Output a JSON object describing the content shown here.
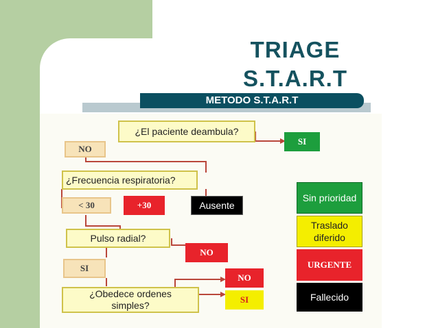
{
  "slide": {
    "title_line1": "TRIAGE",
    "title_line2": "S.T.A.R.T",
    "band_label": "METODO S.T.A.R.T"
  },
  "flowchart": {
    "q_ambulate": "¿El paciente deambula?",
    "no_1": "NO",
    "si_1": "SI",
    "q_resp": "¿Frecuencia respiratoria?",
    "lt30": "< 30",
    "plus30": "+30",
    "absent": "Ausente",
    "q_pulse": "Pulso radial?",
    "no_pulse": "NO",
    "si_pulse": "SI",
    "q_commands": "¿Obedece ordenes simples?",
    "no_cmd": "NO",
    "si_cmd": "SI"
  },
  "legend": {
    "green": "Sin prioridad",
    "yellow": "Traslado diferido",
    "red": "URGENTE",
    "black": "Fallecido"
  },
  "colors": {
    "title": "#15525f",
    "band": "#0b4f60",
    "side_panel": "#b5cfa2",
    "green": "#1d9e3d",
    "yellow": "#f4ee00",
    "red": "#e8232b",
    "black": "#000000"
  }
}
